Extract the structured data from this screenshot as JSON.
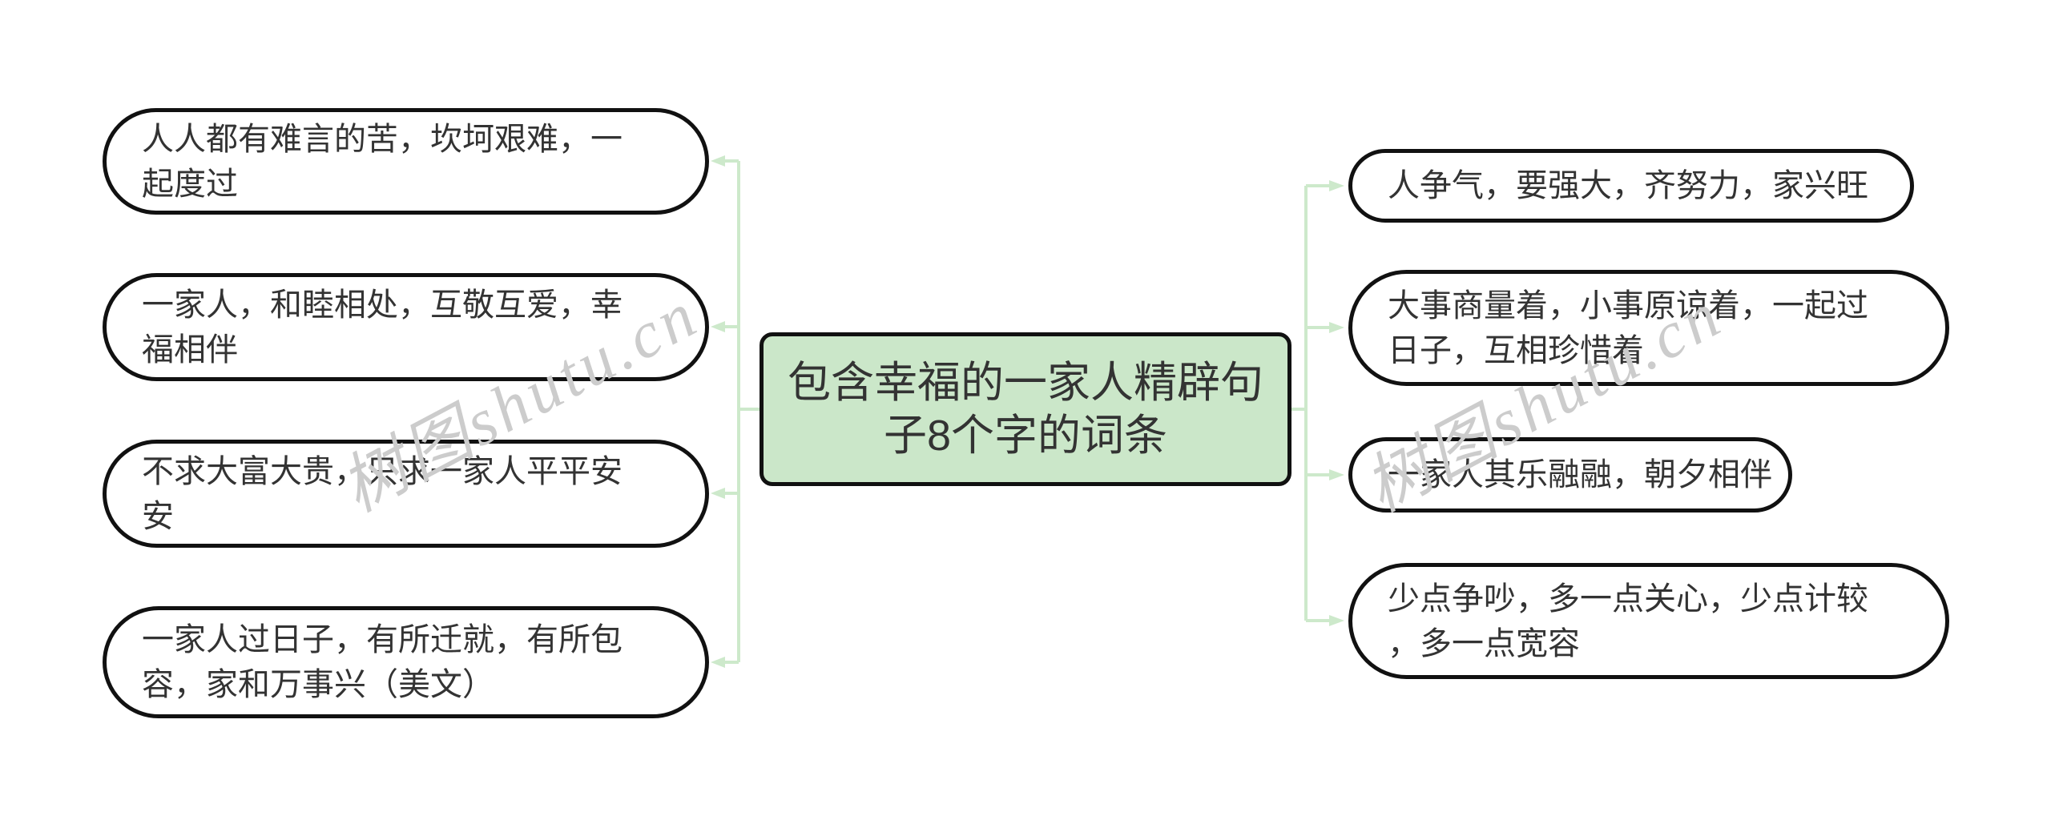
{
  "central_topic": {
    "text": "包含幸福的一家人精辟句\n子8个字的词条"
  },
  "left_branches": [
    {
      "text": "人人都有难言的苦，坎坷艰难，一\n起度过"
    },
    {
      "text": "一家人，和睦相处，互敬互爱，幸\n福相伴"
    },
    {
      "text": "不求大富大贵，只求一家人平平安\n安"
    },
    {
      "text": "一家人过日子，有所迁就，有所包\n容，家和万事兴（美文）"
    }
  ],
  "right_branches": [
    {
      "text": "人争气，要强大，齐努力，家兴旺"
    },
    {
      "text": "大事商量着，小事原谅着，一起过\n日子，互相珍惜着"
    },
    {
      "text": "一家人其乐融融，朝夕相伴"
    },
    {
      "text": "少点争吵，多一点关心，少点计较\n，多一点宽容"
    }
  ],
  "watermarks": [
    {
      "text": "树图shutu.cn"
    },
    {
      "text": "树图shutu.cn"
    }
  ],
  "colors": {
    "background": "#ffffff",
    "node_border": "#111111",
    "node_fill": "#ffffff",
    "central_fill": "#cbe7c9",
    "connector": "#cde9cb",
    "text": "#333333",
    "watermark": "#cccccc"
  }
}
